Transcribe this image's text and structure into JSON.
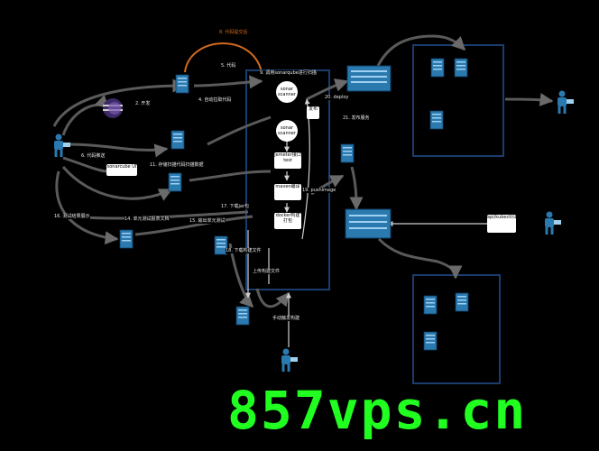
{
  "colors": {
    "background": "#000000",
    "pipeline_frame": "#1a3d6e",
    "server_fill": "#2a7ab0",
    "arrow": "#5a5a5a",
    "highlight_arc": "#d2691e",
    "watermark": "#21ff21"
  },
  "labels": {
    "arc_label": "8. 代码提交后",
    "step_sonar_req": "9. 调用sonarqube进行扫描",
    "step_pull_code": "4. 自动拉取代码",
    "sonar_scanner_1": "sonar scanner",
    "sonar_scanner_2": "sonar scanner",
    "sonarqube_ui": "sonarcube UI",
    "step_store": "11. 存储扫描代码扫描数据",
    "jmeter": "jemeter接口test",
    "maven": "maven编译",
    "docker": "docker构建打包",
    "deploy": "20. deploy",
    "publish": "发布",
    "step_21": "21. 发布服务",
    "step_pushimage": "19. pushimage",
    "step_16": "16. 测试结果展示",
    "step_14": "14. 单元测试报表文档",
    "step_15": "15. 输出单元测试",
    "step_17": "17. 下载jar包",
    "step_18": "18. 下载构建文件",
    "step_upload": "上传构建文件",
    "step_manual": "手动触发构建",
    "apikubectl": "api/kubectl/ui",
    "step_5": "5. 代码",
    "step_2": "2. 开发",
    "step_6": "6. 代码推送",
    "watermark_text": "857vps.cn"
  }
}
